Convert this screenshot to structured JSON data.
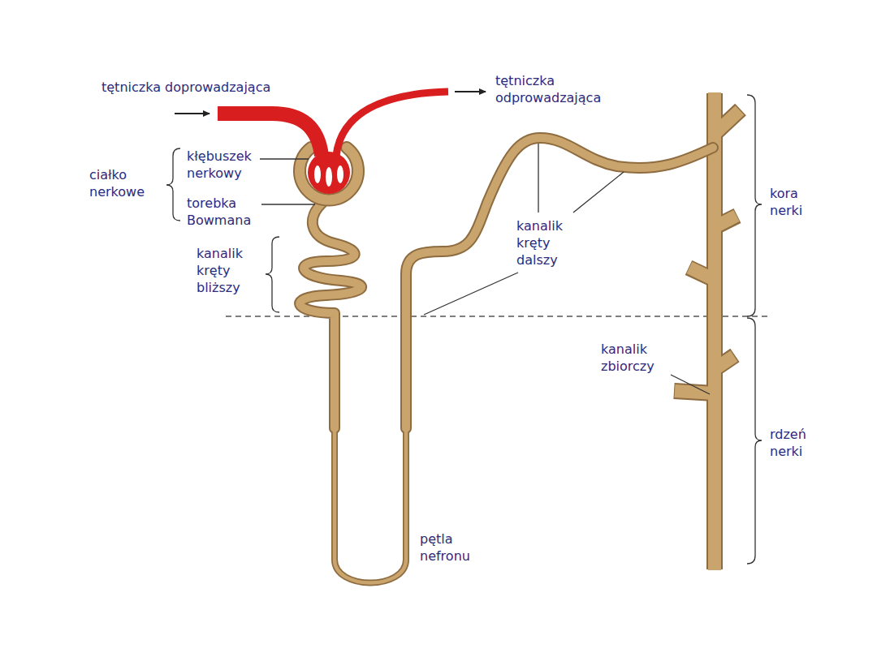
{
  "diagram": {
    "labels": [
      "tętniczka doprowadzająca",
      "tętniczka odprowadzająca",
      "kłębuszek nerkowy",
      "ciałko nerkowe",
      "torebka Bowmana",
      "kanalik kręty bliższy",
      "kanalik kręty dalszy",
      "kora nerki",
      "kanalik zbiorczy",
      "rdzeń nerki",
      "pętla nefronu"
    ]
  }
}
